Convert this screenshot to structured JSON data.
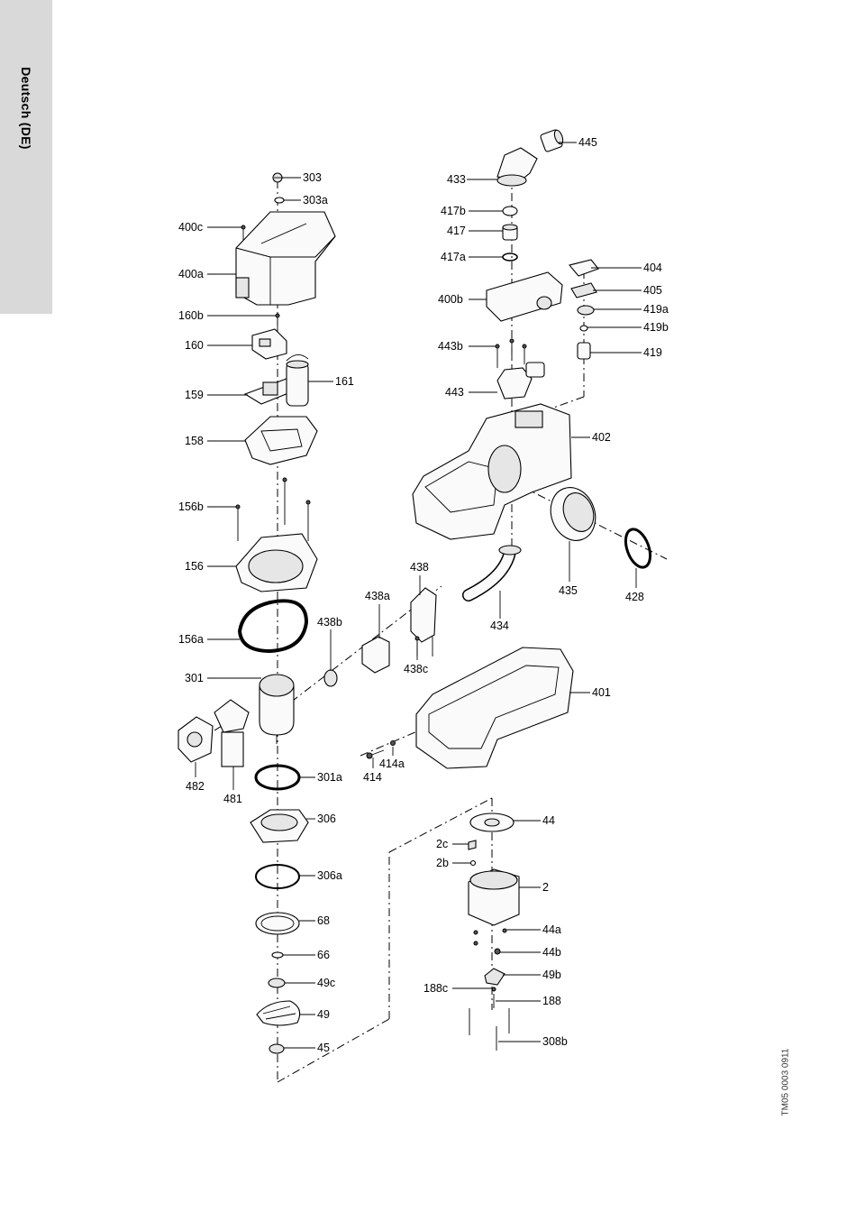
{
  "sidebar": {
    "language_label": "Deutsch (DE)"
  },
  "drawing_reference": "TM05 0003 0911",
  "labels": {
    "303": "303",
    "303a": "303a",
    "400c": "400c",
    "400a": "400a",
    "160b": "160b",
    "160": "160",
    "159": "159",
    "161": "161",
    "158": "158",
    "156b": "156b",
    "156": "156",
    "156a": "156a",
    "301": "301",
    "482": "482",
    "481": "481",
    "301a": "301a",
    "306": "306",
    "306a": "306a",
    "68": "68",
    "66": "66",
    "49c": "49c",
    "49": "49",
    "45": "45",
    "445": "445",
    "433": "433",
    "417b": "417b",
    "417": "417",
    "417a": "417a",
    "400b": "400b",
    "404": "404",
    "405": "405",
    "419a": "419a",
    "419b": "419b",
    "419": "419",
    "443b": "443b",
    "443": "443",
    "402": "402",
    "435": "435",
    "428": "428",
    "438": "438",
    "438a": "438a",
    "438b": "438b",
    "438c": "438c",
    "434": "434",
    "401": "401",
    "414": "414",
    "414a": "414a",
    "44": "44",
    "2c": "2c",
    "2b": "2b",
    "2": "2",
    "44a": "44a",
    "44b": "44b",
    "49b": "49b",
    "188c": "188c",
    "188": "188",
    "308b": "308b"
  }
}
